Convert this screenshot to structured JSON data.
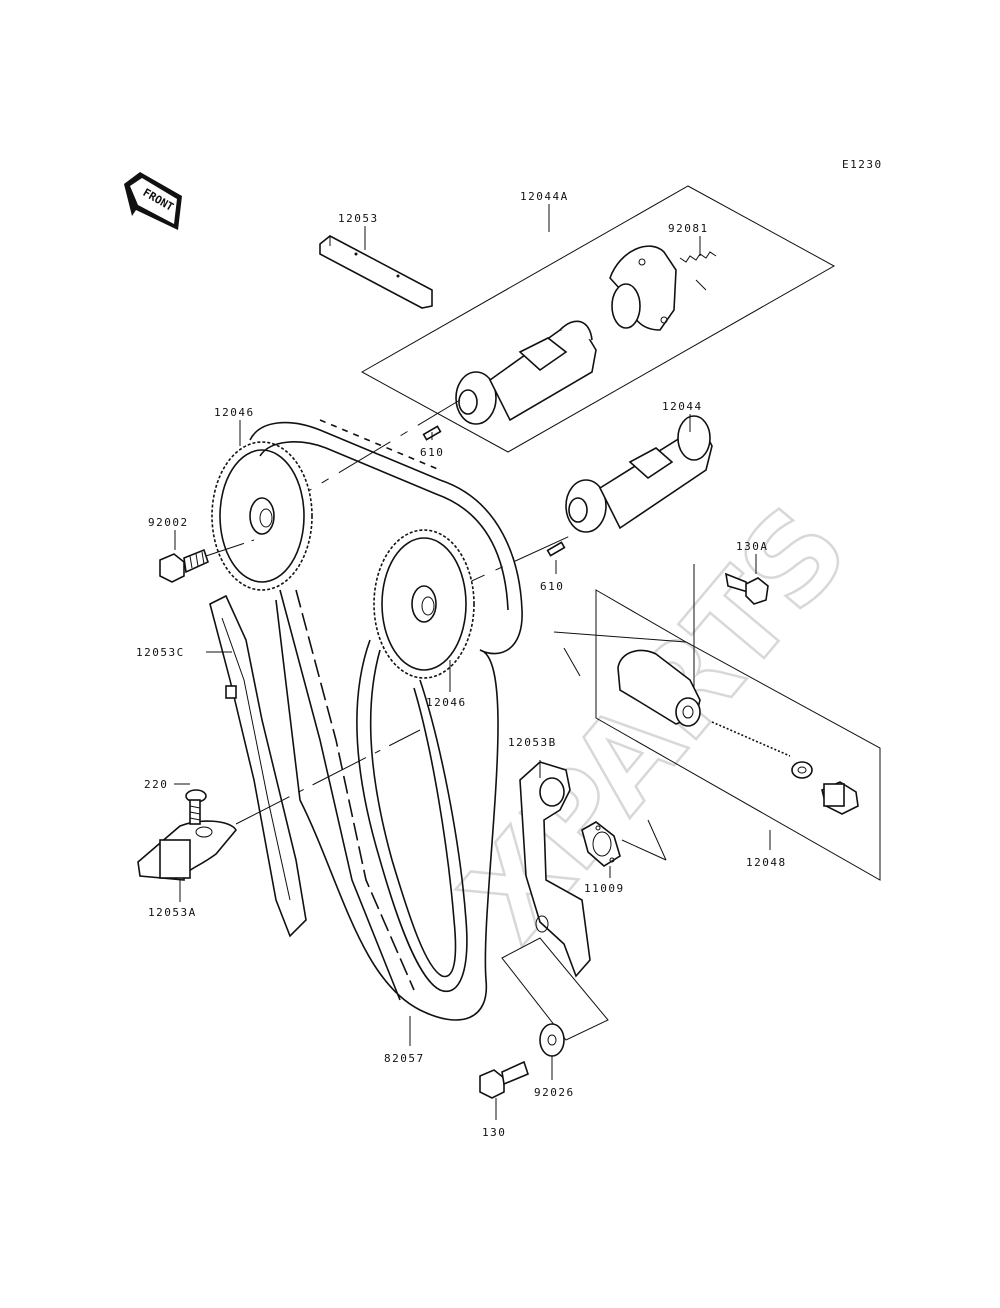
{
  "diagram_code": "E1230",
  "front_label": "FRONT",
  "watermark": "XPARTS",
  "labels": {
    "p12053": "12053",
    "p12044A": "12044A",
    "p92081": "92081",
    "p12046_top": "12046",
    "p12044": "12044",
    "p610_top": "610",
    "p92002": "92002",
    "p610_mid": "610",
    "p130A": "130A",
    "p12053C": "12053C",
    "p12046_mid": "12046",
    "p12053B": "12053B",
    "p220": "220",
    "p11009": "11009",
    "p12048": "12048",
    "p12053A": "12053A",
    "p82057": "82057",
    "p92026": "92026",
    "p130": "130"
  },
  "colors": {
    "ink": "#111111",
    "watermark": "#d8d8d8",
    "background": "#ffffff"
  }
}
